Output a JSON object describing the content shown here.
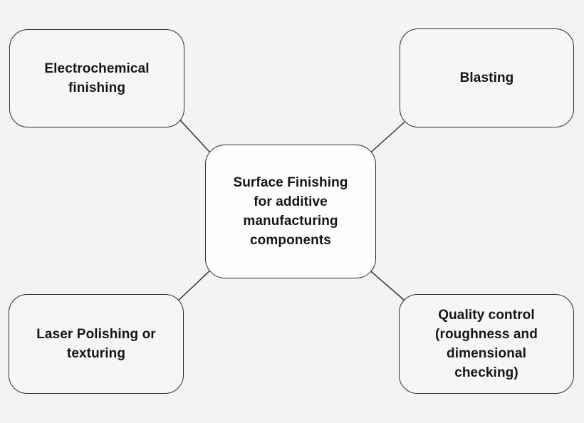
{
  "diagram": {
    "type": "mind-map",
    "colors": {
      "background": "#f3f3f4",
      "node_fill": "#f6f6f6",
      "center_fill": "#fdfdfd",
      "border": "#2f2f2f",
      "line": "#333333",
      "text": "#151515"
    },
    "center": {
      "id": "surface-finishing",
      "label": "Surface Finishing\nfor additive\nmanufacturing\ncomponents"
    },
    "nodes": [
      {
        "id": "electrochemical-finishing",
        "position": "top-left",
        "label": "Electrochemical\nfinishing"
      },
      {
        "id": "blasting",
        "position": "top-right",
        "label": "Blasting"
      },
      {
        "id": "laser-polishing",
        "position": "bottom-left",
        "label": "Laser Polishing or\ntexturing"
      },
      {
        "id": "quality-control",
        "position": "bottom-right",
        "label": "Quality control\n(roughness and\ndimensional\nchecking)"
      }
    ],
    "connections": [
      {
        "from": "electrochemical-finishing",
        "to": "surface-finishing"
      },
      {
        "from": "blasting",
        "to": "surface-finishing"
      },
      {
        "from": "laser-polishing",
        "to": "surface-finishing"
      },
      {
        "from": "quality-control",
        "to": "surface-finishing"
      }
    ]
  }
}
